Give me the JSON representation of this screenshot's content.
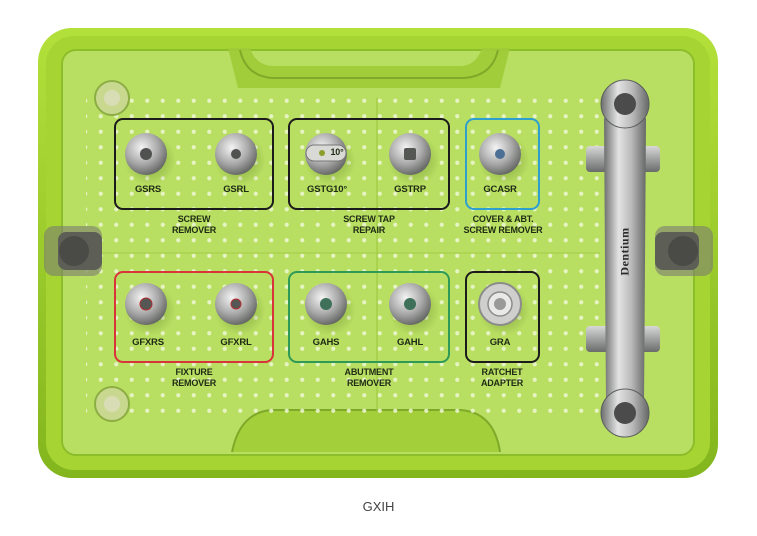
{
  "kit": {
    "brand": "Dentium",
    "caption": "GXIH",
    "colors": {
      "tray": "#9ccd28",
      "tray_inner": "#b9df62",
      "box_black": "#1b1b1b",
      "box_blue": "#2f9fd0",
      "box_red": "#d8343a",
      "box_green": "#2e9a55"
    },
    "groups": [
      {
        "id": "screw-remover",
        "line1": "SCREW",
        "line2": "REMOVER",
        "outline": "black",
        "tools": [
          {
            "code": "GSRS"
          },
          {
            "code": "GSRL"
          }
        ]
      },
      {
        "id": "screw-tap-repair",
        "line1": "SCREW TAP",
        "line2": "REPAIR",
        "outline": "black",
        "tools": [
          {
            "code": "GSTG10°",
            "marking": "10°"
          },
          {
            "code": "GSTRP"
          }
        ]
      },
      {
        "id": "cover-abt-screw-remover",
        "line1": "COVER & ABT.",
        "line2": "SCREW REMOVER",
        "outline": "blue",
        "tools": [
          {
            "code": "GCASR"
          }
        ]
      },
      {
        "id": "fixture-remover",
        "line1": "FIXTURE",
        "line2": "REMOVER",
        "outline": "red",
        "tools": [
          {
            "code": "GFXRS"
          },
          {
            "code": "GFXRL"
          }
        ]
      },
      {
        "id": "abutment-remover",
        "line1": "ABUTMENT",
        "line2": "REMOVER",
        "outline": "green",
        "tools": [
          {
            "code": "GAHS"
          },
          {
            "code": "GAHL"
          }
        ]
      },
      {
        "id": "ratchet-adapter",
        "line1": "RATCHET",
        "line2": "ADAPTER",
        "outline": "black",
        "tools": [
          {
            "code": "GRA"
          }
        ]
      }
    ]
  }
}
